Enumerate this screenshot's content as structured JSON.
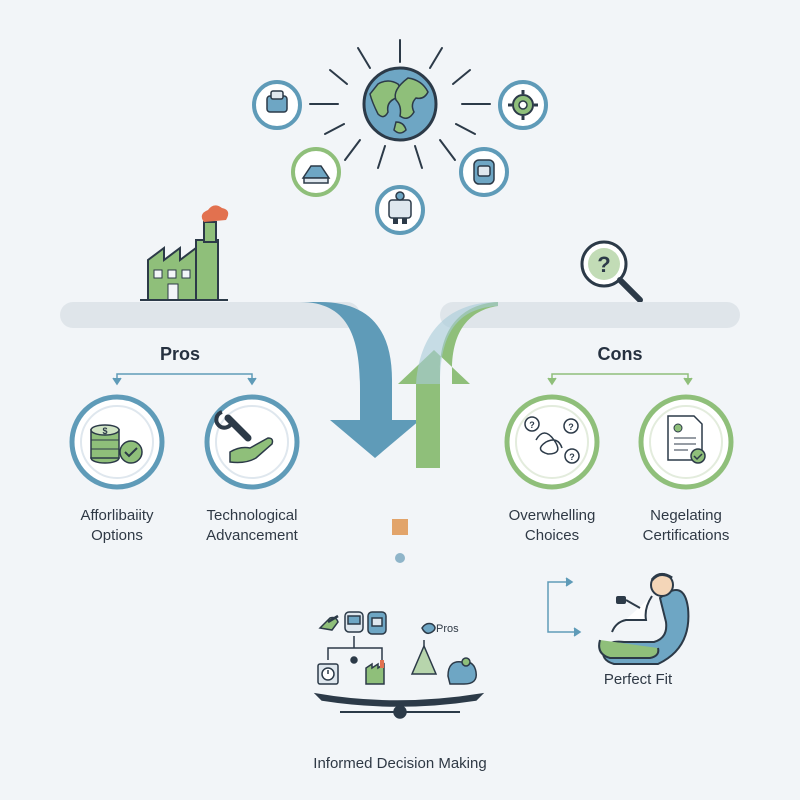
{
  "pros": {
    "heading": "Pros",
    "items": [
      {
        "label": "Afforlibaiity\nOptions",
        "icon": "coins-check-icon"
      },
      {
        "label": "Technological\nAdvancement",
        "icon": "wrench-hand-icon"
      }
    ]
  },
  "cons": {
    "heading": "Cons",
    "items": [
      {
        "label": "Overwhelling\nChoices",
        "icon": "question-tangle-icon"
      },
      {
        "label": "Negelating\nCertifications",
        "icon": "certificate-icon"
      }
    ]
  },
  "perfect_fit": {
    "label": "Perfect Fit"
  },
  "decision": {
    "label": "Informed Decision Making",
    "mini_label": "Pros"
  },
  "colors": {
    "blue": "#5f9bb8",
    "green": "#8fbf7a",
    "dark": "#2c3a48",
    "accent": "#e2714f"
  }
}
